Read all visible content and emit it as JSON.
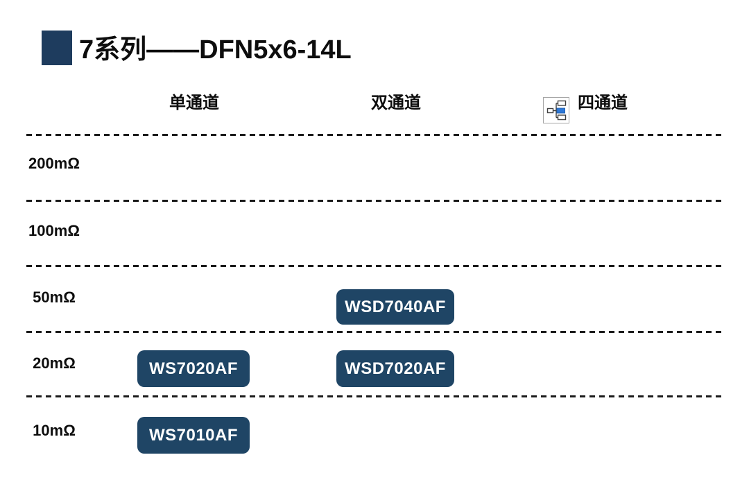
{
  "chart_data": {
    "type": "table",
    "title": "7系列——DFN5x6-14L",
    "columns": [
      "单通道",
      "双通道",
      "四通道"
    ],
    "rows": [
      "200mΩ",
      "100mΩ",
      "50mΩ",
      "20mΩ",
      "10mΩ"
    ],
    "cells": [
      {
        "row": "50mΩ",
        "column": "双通道",
        "product": "WSD7040AF"
      },
      {
        "row": "20mΩ",
        "column": "单通道",
        "product": "WS7020AF"
      },
      {
        "row": "20mΩ",
        "column": "双通道",
        "product": "WSD7020AF"
      },
      {
        "row": "10mΩ",
        "column": "单通道",
        "product": "WS7010AF"
      }
    ],
    "layout": {
      "row_axis": "on-resistance",
      "column_axis": "channel-count",
      "separators": "horizontal dashed lines between resistance rows",
      "legend": "none"
    }
  },
  "icons": {
    "quad_channel_icon": "org-chart-icon"
  },
  "colors": {
    "chip_navy": "#1f4565",
    "title_square_navy": "#1e3c5e",
    "icon_accent_blue": "#2d78d8",
    "dash_black": "#1a1a1a",
    "background": "#ffffff"
  }
}
